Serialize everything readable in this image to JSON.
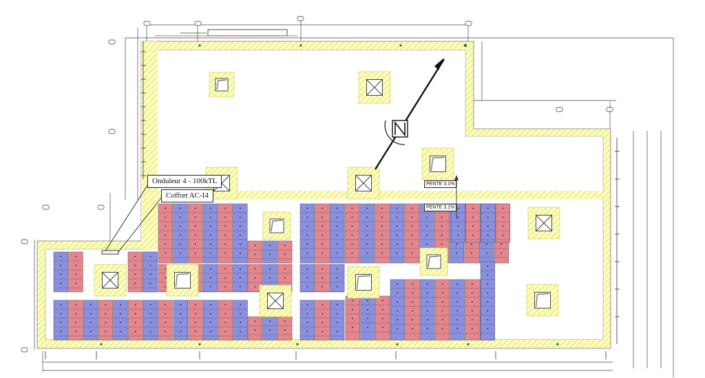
{
  "labels": {
    "onduleur": "Onduleur 4 - 100kTL",
    "coffret": "Coffret AC-I4",
    "pente_top": "PENTE 3.1%",
    "pente_bottom": "PENTE 3.1%"
  },
  "colors": {
    "border_hatch": "#f2f266",
    "panel_red": "#e5868f",
    "panel_blue": "#8a8fe0",
    "line": "#222222",
    "accent_green": "#2a9a3a"
  },
  "icons": [
    "north-arrow-icon",
    "roof-vent-icon",
    "skylight-icon"
  ]
}
